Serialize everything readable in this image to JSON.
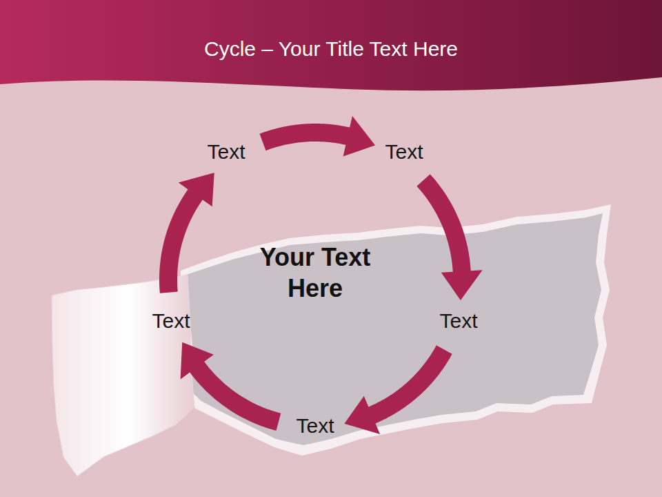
{
  "diagram": {
    "title": "Cycle – Your Title Text Here",
    "nodes": [
      {
        "text": [
          "Text"
        ]
      },
      {
        "text": [
          "Text"
        ]
      },
      {
        "text": [
          "Text"
        ]
      },
      {
        "text": [
          "Text"
        ]
      },
      {
        "text": [
          "Text"
        ]
      }
    ],
    "edges": [
      {
        "from": 0,
        "to": 1,
        "arrow": "to"
      },
      {
        "from": 1,
        "to": 3,
        "arrow": "to"
      },
      {
        "from": 3,
        "to": 4,
        "arrow": "to"
      },
      {
        "from": 4,
        "to": 2,
        "arrow": "to"
      },
      {
        "from": 2,
        "to": 0,
        "arrow": "to"
      }
    ],
    "labels": [
      "Your Text Here"
    ]
  }
}
